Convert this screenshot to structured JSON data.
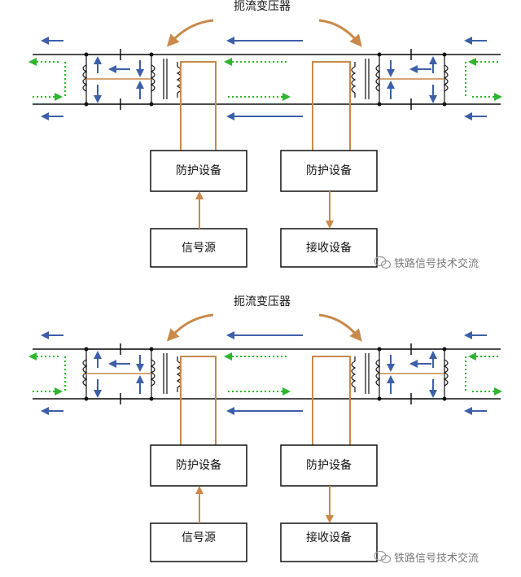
{
  "panels": [
    {
      "title": "扼流变压器",
      "box_left_top": "防护设备",
      "box_right_top": "防护设备",
      "box_left_bottom": "信号源",
      "box_right_bottom": "接收设备",
      "watermark": "铁路信号技术交流"
    },
    {
      "title": "扼流变压器",
      "box_left_top": "防护设备",
      "box_right_top": "防护设备",
      "box_left_bottom": "信号源",
      "box_right_bottom": "接收设备",
      "watermark": "铁路信号技术交流"
    }
  ],
  "colors": {
    "rail": "#111111",
    "blue_arrow": "#3d5fa8",
    "green_arrow": "#2fb52f",
    "orange_wire": "#c8894a",
    "watermark_icon": "#9a9a9a"
  }
}
